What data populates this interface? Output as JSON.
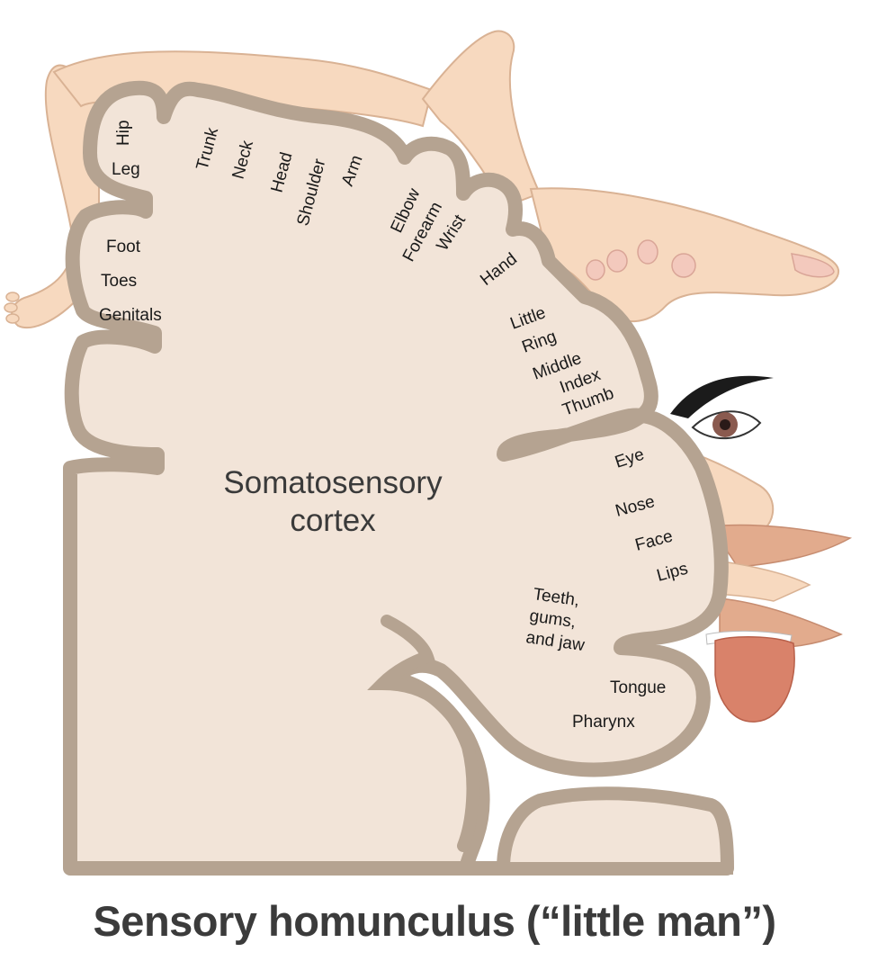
{
  "diagram": {
    "center_label_line1": "Somatosensory",
    "center_label_line2": "cortex",
    "regions": {
      "hip": "Hip",
      "leg": "Leg",
      "trunk": "Trunk",
      "neck": "Neck",
      "head": "Head",
      "shoulder": "Shoulder",
      "arm": "Arm",
      "elbow": "Elbow",
      "forearm": "Forearm",
      "wrist": "Wrist",
      "hand": "Hand",
      "foot": "Foot",
      "toes": "Toes",
      "genitals": "Genitals",
      "little": "Little",
      "ring": "Ring",
      "middle": "Middle",
      "index": "Index",
      "thumb": "Thumb",
      "eye": "Eye",
      "nose": "Nose",
      "face": "Face",
      "lips": "Lips",
      "teeth_line1": "Teeth,",
      "teeth_line2": "gums,",
      "teeth_line3": "and jaw",
      "tongue": "Tongue",
      "pharynx": "Pharynx"
    },
    "colors": {
      "cortex_fill": "#f2e4d8",
      "cortex_border": "#b5a391",
      "skin": "#f7d9bf",
      "skin_outline": "#d9b294",
      "lips": "#e2ab8d",
      "tongue": "#d9826a"
    }
  },
  "caption": "Sensory homunculus (“little man”)"
}
